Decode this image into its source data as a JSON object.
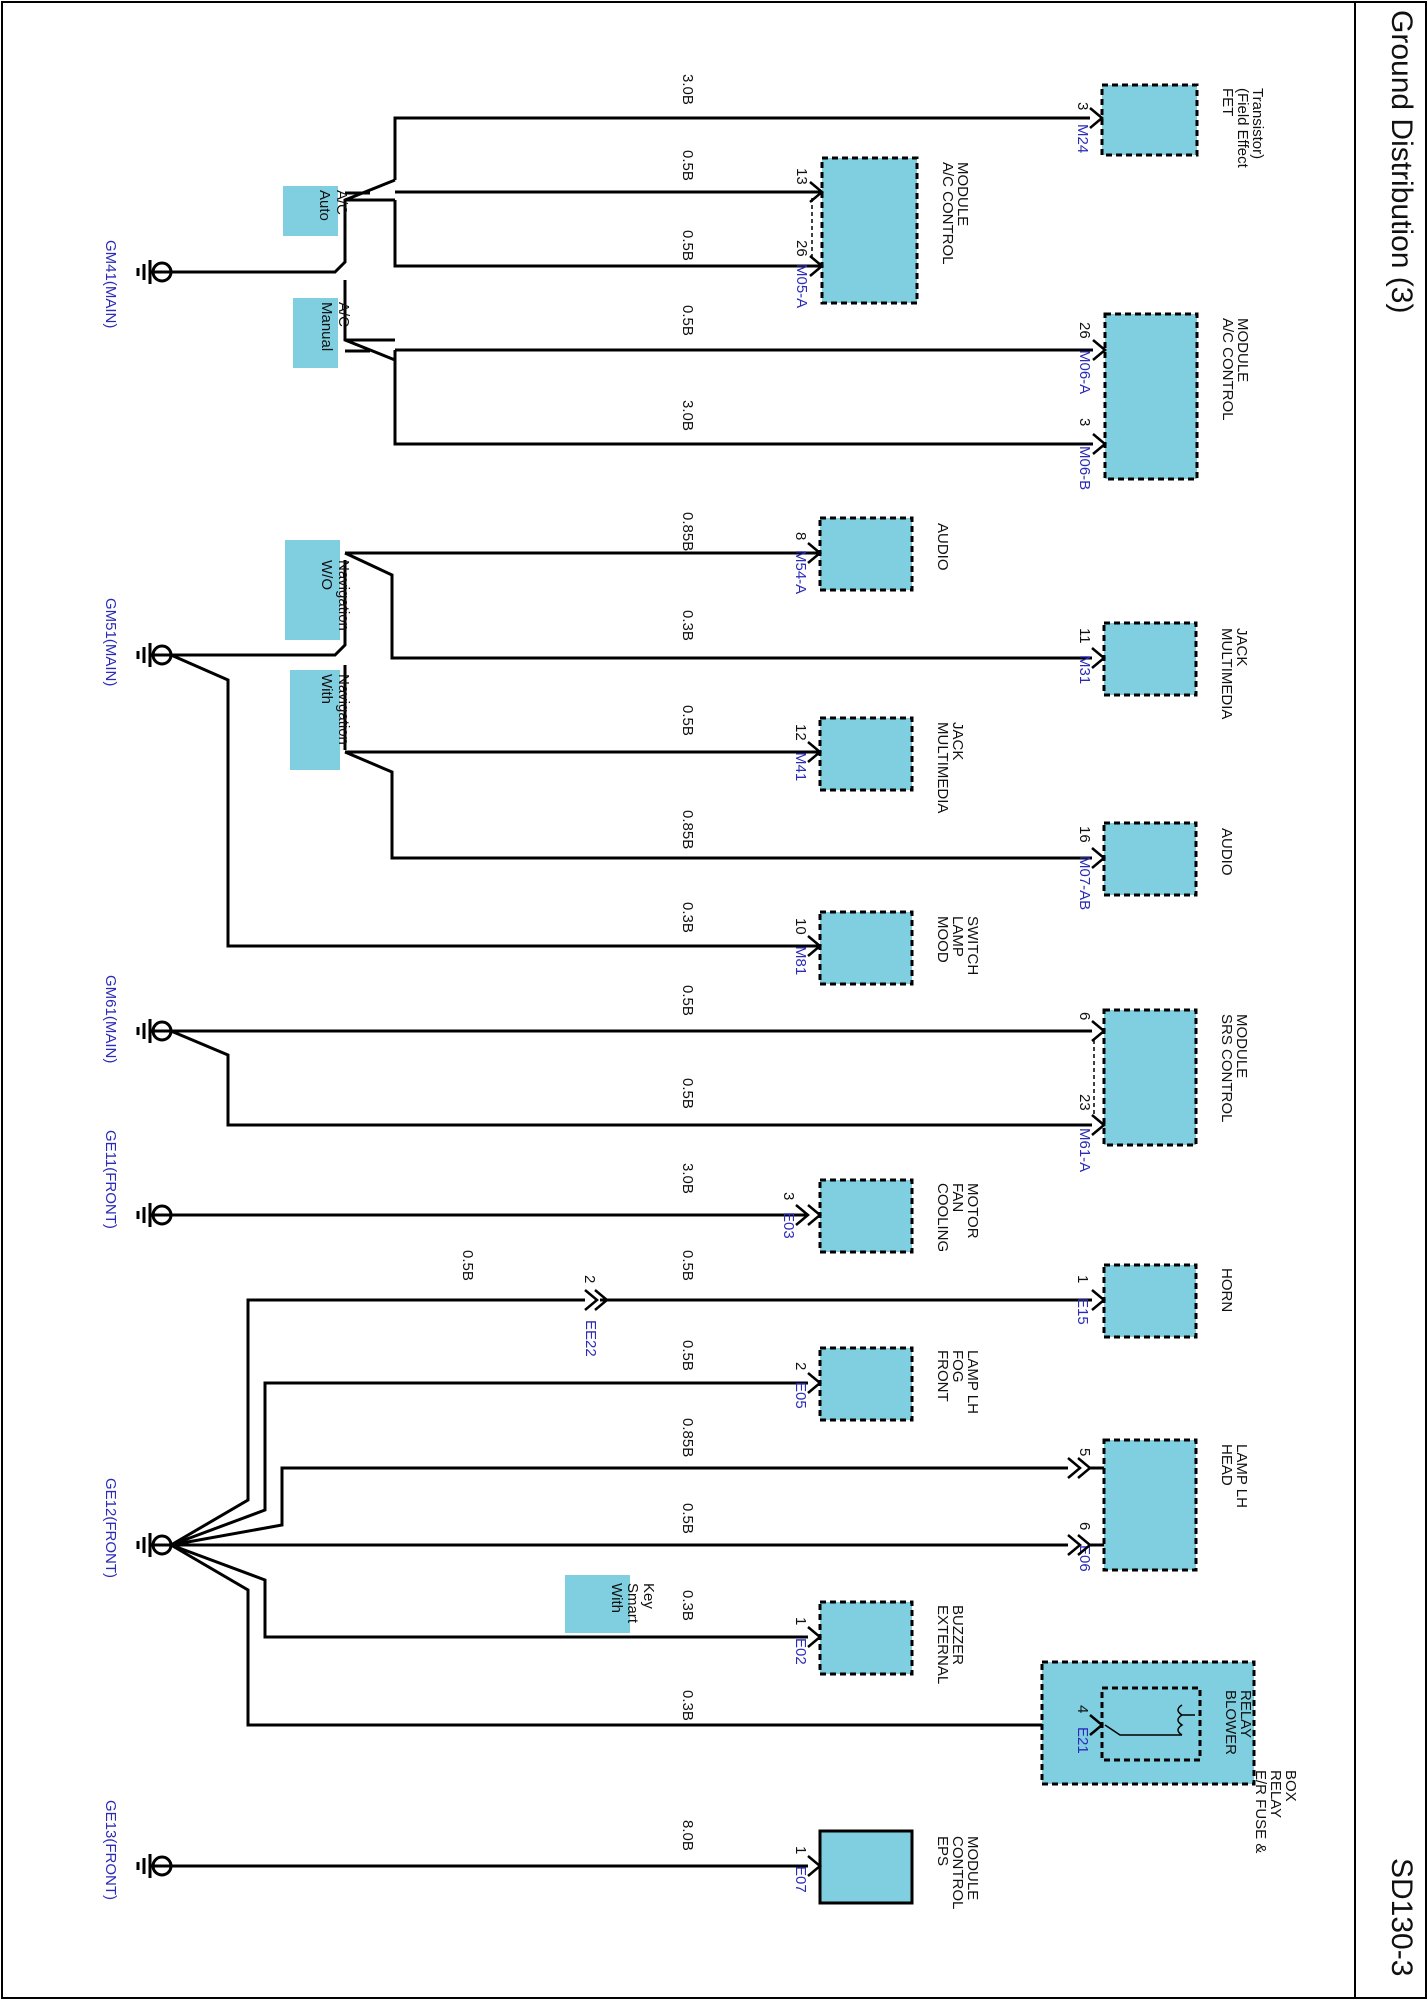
{
  "page": {
    "title": "Ground Distribution (3)",
    "code": "SD130-3"
  },
  "grounds": {
    "gm41": "GM41(MAIN)",
    "gm51": "GM51(MAIN)",
    "gm61": "GM61(MAIN)",
    "ge11": "GE11(FRONT)",
    "ge12": "GE12(FRONT)",
    "ge13": "GE13(FRONT)"
  },
  "options": {
    "auto_ac": [
      "Auto",
      "A/C"
    ],
    "manual_ac": [
      "Manual",
      "A/C"
    ],
    "wo_nav": [
      "W/O",
      "Navigation"
    ],
    "with_nav": [
      "With",
      "Navigation"
    ],
    "smart_key": [
      "With",
      "Smart",
      "Key"
    ]
  },
  "components": {
    "fet": {
      "name": [
        "FET",
        "(Field Effect",
        "Transistor)"
      ],
      "connector": "M24",
      "pin": "3",
      "wire": "3.0B"
    },
    "ac_auto": {
      "name": [
        "A/C CONTROL",
        "MODULE"
      ],
      "connector": "M05-A",
      "pins": [
        "13",
        "26"
      ],
      "wires": [
        "0.5B",
        "0.5B"
      ]
    },
    "ac_manual": {
      "name": [
        "A/C CONTROL",
        "MODULE"
      ],
      "connectors": [
        "M06-A",
        "M06-B"
      ],
      "pins": [
        "26",
        "3"
      ],
      "wires": [
        "0.5B",
        "3.0B"
      ]
    },
    "audio_a": {
      "name": [
        "AUDIO"
      ],
      "connector": "M54-A",
      "pin": "8",
      "wire": "0.85B"
    },
    "mm_jack_a": {
      "name": [
        "MULTIMEDIA",
        "JACK"
      ],
      "connector": "M31",
      "pin": "11",
      "wire": "0.3B"
    },
    "mm_jack_b": {
      "name": [
        "MULTIMEDIA",
        "JACK"
      ],
      "connector": "M41",
      "pin": "12",
      "wire": "0.5B"
    },
    "audio_b": {
      "name": [
        "AUDIO"
      ],
      "connector": "M07-AB",
      "pin": "16",
      "wire": "0.85B"
    },
    "mood_lamp": {
      "name": [
        "MOOD",
        "LAMP",
        "SWITCH"
      ],
      "connector": "M81",
      "pin": "10",
      "wire": "0.3B"
    },
    "srs": {
      "name": [
        "SRS CONTROL",
        "MODULE"
      ],
      "connector": "M61-A",
      "pins": [
        "6",
        "23"
      ],
      "wires": [
        "0.5B",
        "0.5B"
      ]
    },
    "cooling_fan": {
      "name": [
        "COOLING",
        "FAN",
        "MOTOR"
      ],
      "connector": "E03",
      "pin": "3",
      "wire": "3.0B"
    },
    "horn": {
      "name": [
        "HORN"
      ],
      "connector": "E15",
      "pin": "1",
      "wire": "0.5B",
      "joint": "EE22",
      "joint_pin": "2",
      "joint_wire": "0.5B"
    },
    "fog_lamp": {
      "name": [
        "FRONT",
        "FOG",
        "LAMP LH"
      ],
      "connector": "E05",
      "pin": "2",
      "wire": "0.5B"
    },
    "head_lamp": {
      "name": [
        "HEAD",
        "LAMP LH"
      ],
      "connector": "E06",
      "pins": [
        "5",
        "6"
      ],
      "wires": [
        "0.85B",
        "0.5B"
      ]
    },
    "buzzer": {
      "name": [
        "EXTERNAL",
        "BUZZER"
      ],
      "connector": "E02",
      "pin": "1",
      "wire": "0.3B"
    },
    "blower_relay": {
      "name": [
        "BLOWER",
        "RELAY"
      ],
      "box": [
        "E/R FUSE &",
        "RELAY",
        "BOX"
      ],
      "connector": "E21",
      "pin": "4",
      "wire": "0.3B"
    },
    "eps": {
      "name": [
        "EPS",
        "CONTROL",
        "MODULE"
      ],
      "connector": "E07",
      "pin": "1",
      "wire": "8.0B"
    }
  }
}
